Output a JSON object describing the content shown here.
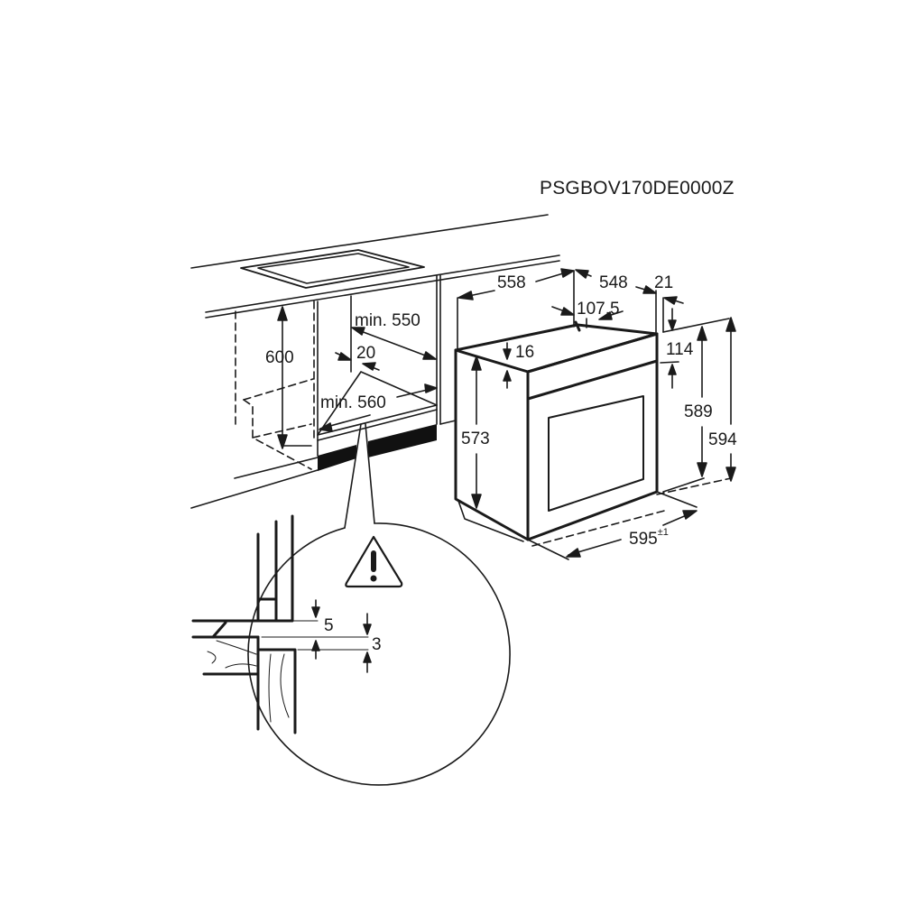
{
  "title": "PSGBOV170DE0000Z",
  "niche": {
    "height": "600",
    "depth_min": "min. 550",
    "width_min": "min. 560",
    "rear_gap": "20"
  },
  "oven": {
    "depth_total": "558",
    "depth_body": "548",
    "door_thickness": "21",
    "top_offset": "107,5",
    "top_inset": "16",
    "panel_height": "114",
    "side_height": "573",
    "body_height": "589",
    "total_height": "594",
    "width": "595",
    "width_tolerance": "±1"
  },
  "detail": {
    "gap_upper": "5",
    "gap_lower": "3",
    "warning_icon": "warning-triangle-icon"
  },
  "colors": {
    "line": "#1a1a1a",
    "background": "#ffffff"
  }
}
